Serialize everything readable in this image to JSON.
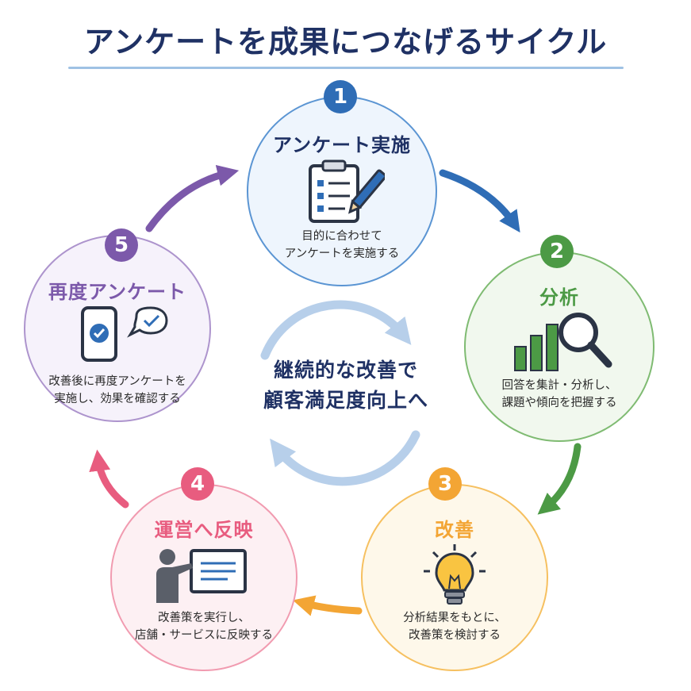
{
  "title": "アンケートを成果につなげるサイクル",
  "center": {
    "line1": "継続的な改善で",
    "line2": "顧客満足度向上へ"
  },
  "colors": {
    "stage1": "#2f6db6",
    "stage2": "#4c9a45",
    "stage3": "#f3a534",
    "stage4": "#e85c7f",
    "stage5": "#7c59aa",
    "title": "#1f3164",
    "center_arrows": "#b7cfea"
  },
  "stages": [
    {
      "number": "1",
      "title": "アンケート実施",
      "icon": "clipboard-pen-icon",
      "desc_line1": "目的に合わせて",
      "desc_line2": "アンケートを実施する"
    },
    {
      "number": "2",
      "title": "分析",
      "icon": "bar-chart-magnifier-icon",
      "desc_line1": "回答を集計・分析し、",
      "desc_line2": "課題や傾向を把握する"
    },
    {
      "number": "3",
      "title": "改善",
      "icon": "lightbulb-icon",
      "desc_line1": "分析結果をもとに、",
      "desc_line2": "改善策を検討する"
    },
    {
      "number": "4",
      "title": "運営へ反映",
      "icon": "presenter-board-icon",
      "desc_line1": "改善策を実行し、",
      "desc_line2": "店舗・サービスに反映する"
    },
    {
      "number": "5",
      "title": "再度アンケート",
      "icon": "smartphone-check-icon",
      "desc_line1": "改善後に再度アンケートを",
      "desc_line2": "実施し、効果を確認する"
    }
  ]
}
